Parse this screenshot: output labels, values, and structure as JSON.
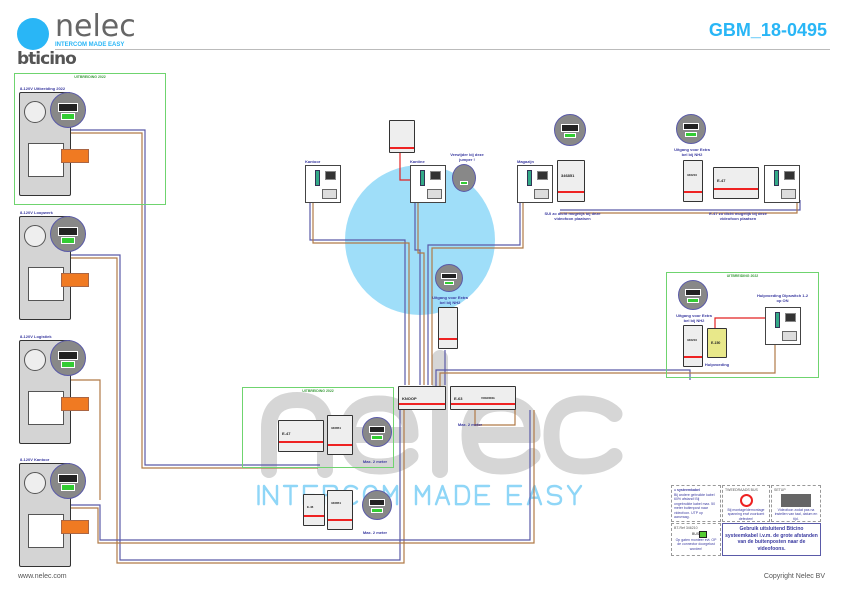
{
  "header": {
    "brand": "nelec",
    "tagline": "INTERCOM MADE EASY",
    "partner": "bticino",
    "doc_number": "GBM_18-0495"
  },
  "footer": {
    "website": "www.nelec.com",
    "copyright": "Copyright Nelec BV"
  },
  "extension_label": "UITBREIDING 2022",
  "door_panels": [
    {
      "label": "8-120V Uitbreiding 2022"
    },
    {
      "label": "8-120V Loopwerk"
    },
    {
      "label": "8-120V  Logistiek"
    },
    {
      "label": "8-120V Kantoor"
    }
  ],
  "monitors": [
    {
      "label": "Kantoor"
    },
    {
      "label": "Kantine"
    },
    {
      "label": "Magazijn"
    }
  ],
  "notes": {
    "jumper": "Verwijder bij deze jumper !",
    "sui": "SUI zo dicht mogelijk bij deze videofoon plaatsen",
    "bell1": "Uitgang voor Extra bel bij NH2",
    "bell2": "Uitgang voor Extra bel bij NH2",
    "bell3": "Uitgang voor Extra bel bij NH2",
    "e47": "E-47 zo dicht mogelijk bij deze videofoon plaatsen",
    "aux": "Hulpvoeding Dipswitch 1-2 op ON",
    "aux_psu": "Hulpvoeding",
    "max1": "Max. 2 meter",
    "max2": "Max. 2 meter",
    "max3": "Max. 2 meter"
  },
  "modules": {
    "knoop": "KNOOP",
    "e63": "E-63",
    "voeding": "VOEDING",
    "e47": "E-47",
    "e150": "E-150",
    "e46": "E-46",
    "sui": "346851",
    "relay": "346210"
  },
  "legend": {
    "cable_title": "= systeemkabel",
    "cable_text": "Bij andere gebruikte kabel 60% afstand! Bij ongebruikte kabel max. 50 meter buitenpost naar videofoon. UTP op aanvraag.",
    "bus_title": "TWEEDRAADS BUS",
    "bus_text": "Bij montage/demontage spanning eraf voorkomt defecten!",
    "setup_title": "SETUP",
    "setup_text": "Videofoon zodat pas na instellen van taal, datum en tijd.",
    "ref": "BT-Ref 346210",
    "bus": "BUS",
    "mount_text": "Op gaten monteer evt. OP de connector doorgelust worden!",
    "main_note": "Gebruik uitsluitend Bticino systeemkabel i.v.m. de grote afstanden van de buitenposten naar de videofoons."
  },
  "colors": {
    "accent": "#29b6f6",
    "bus_blue": "#5a5aa8",
    "bus_brown": "#b07a48",
    "power_red": "#e22222",
    "extension_green": "#6fd46f",
    "bticino_orange": "#f26522"
  }
}
